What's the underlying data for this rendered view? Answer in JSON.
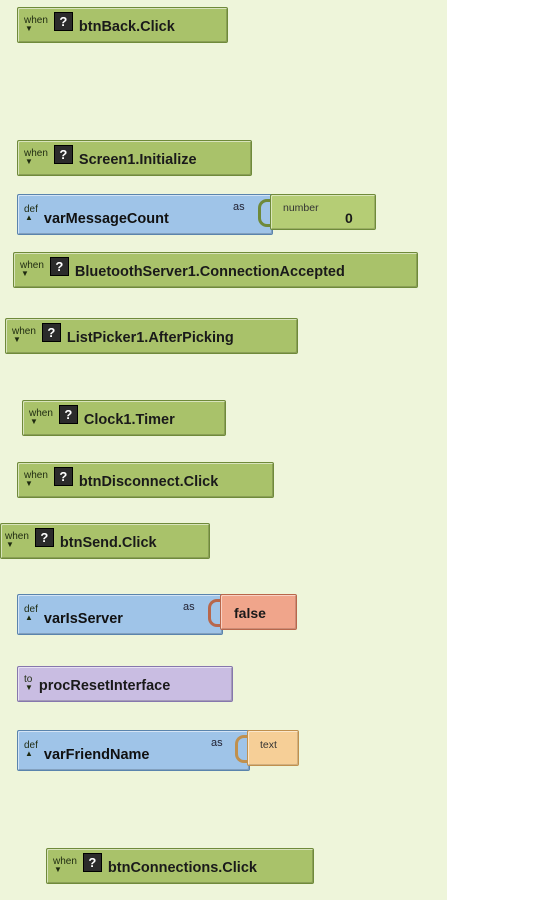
{
  "keywords": {
    "when": "when",
    "def": "def",
    "to": "to",
    "as": "as",
    "help": "?"
  },
  "blocks": {
    "btnBack_click": "btnBack.Click",
    "screen1_initialize": "Screen1.Initialize",
    "var_message_count": {
      "name": "varMessageCount",
      "type_label": "number",
      "value": "0"
    },
    "bt_connection_accepted": "BluetoothServer1.ConnectionAccepted",
    "listpicker_afterpicking": "ListPicker1.AfterPicking",
    "clock_timer": "Clock1.Timer",
    "btnDisconnect_click": "btnDisconnect.Click",
    "btnSend_click": "btnSend.Click",
    "var_is_server": {
      "name": "varIsServer",
      "value": "false"
    },
    "proc_reset_interface": "procResetInterface",
    "var_friend_name": {
      "name": "varFriendName",
      "type_label": "text"
    },
    "btnConnections_click": "btnConnections.Click"
  },
  "colors": {
    "workspace": "#eef5da",
    "event_block": "#a9c26a",
    "def_block": "#9fc4e8",
    "procedure_block": "#c9bde2",
    "number_block": "#b5cd75",
    "boolean_block": "#f0a58b",
    "text_block": "#f6cf97"
  }
}
